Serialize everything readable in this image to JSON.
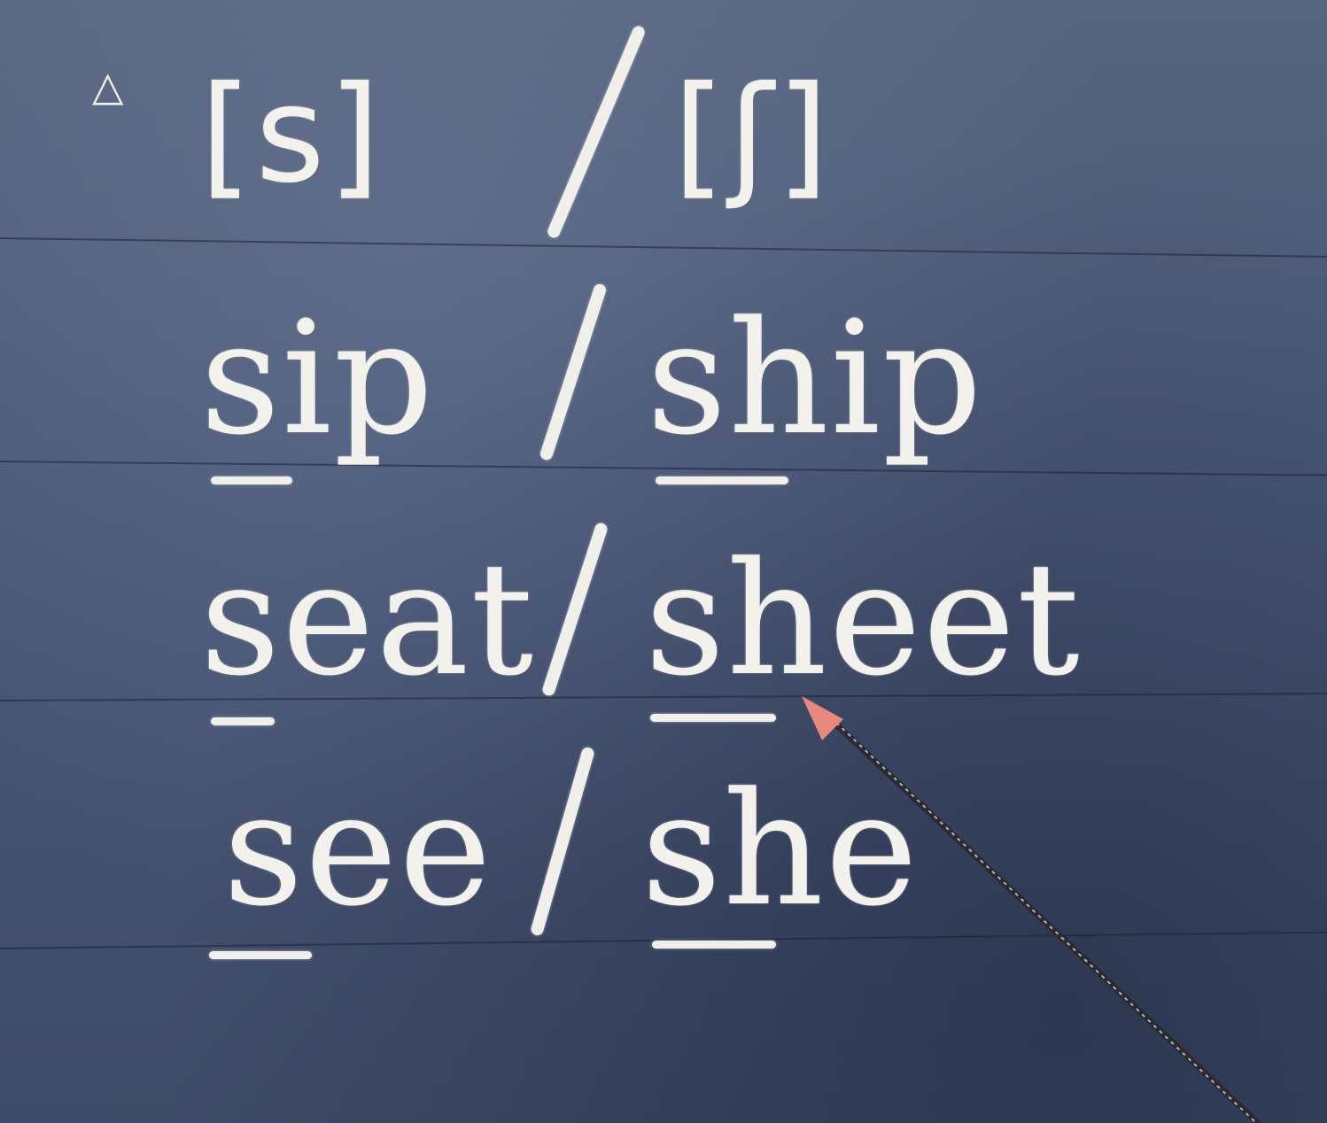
{
  "board": {
    "marker_symbol": "△",
    "ipa_pair": {
      "left": "[s]",
      "right": "[ʃ]"
    },
    "rows": [
      {
        "left": "sip",
        "right": "ship"
      },
      {
        "left": "seat",
        "right": "sheet"
      },
      {
        "left": "see",
        "right": "she"
      }
    ]
  },
  "colors": {
    "chalkboard": "#4a5878",
    "chalk": "#f3f1ec",
    "pointer_tip": "#e8877c",
    "pointer_stick": "#2a2a30"
  },
  "icons": {
    "marker": "triangle-icon",
    "pointer": "pointer-stick-icon"
  }
}
